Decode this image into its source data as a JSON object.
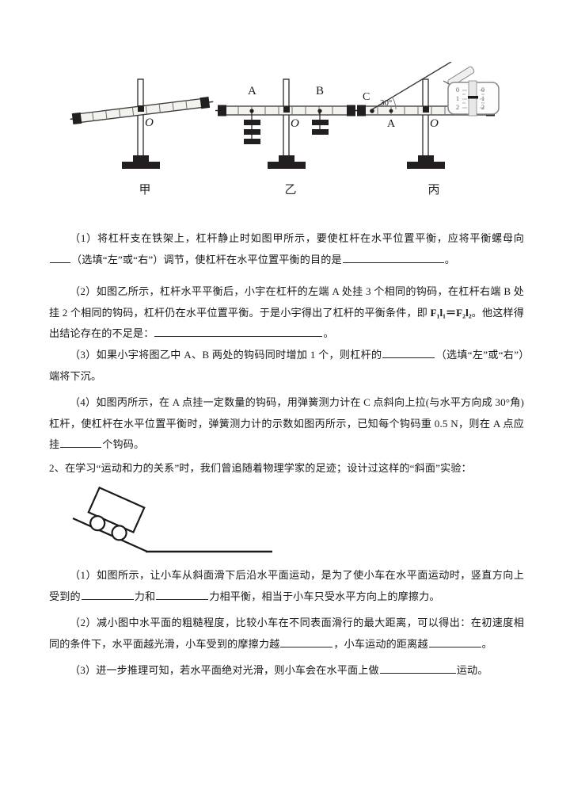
{
  "document": {
    "type": "physics-worksheet",
    "language": "zh-CN"
  },
  "figure_row": {
    "figures": [
      {
        "id": "jia",
        "caption": "甲",
        "description": "倾斜的杠杆支在铁架台上",
        "pivot_label": "O",
        "point_labels": [],
        "weights": []
      },
      {
        "id": "yi",
        "caption": "乙",
        "description": "水平平衡的杠杆，A处挂3个钩码，B处挂2个钩码",
        "pivot_label": "O",
        "point_labels": [
          "A",
          "B"
        ],
        "weights": [
          {
            "point": "A",
            "count": 3
          },
          {
            "point": "B",
            "count": 2
          }
        ]
      },
      {
        "id": "bing",
        "caption": "丙",
        "description": "弹簧测力计在C点斜向上拉杠杆，与水平方向成30°角",
        "pivot_label": "O",
        "point_labels": [
          "C",
          "A"
        ],
        "angle_label": "30°",
        "instrument": "弹簧测力计",
        "scale_marks": [
          "0",
          "1",
          "2"
        ]
      }
    ]
  },
  "ramp_figure": {
    "id": "xiemian",
    "description": "小车从斜面滑下后沿水平面运动"
  },
  "question1": {
    "parts": [
      {
        "number": "（1）",
        "segments": [
          {
            "type": "text",
            "value": "将杠杆支在铁架上，杠杆静止时如图甲所示，要使杠杆在水平位置平衡，应将平衡螺母向"
          },
          {
            "type": "blank",
            "size": "b-xs"
          },
          {
            "type": "text",
            "value": "（选填“左”或“右”）调节，使杠杆在水平位置平衡的目的是"
          },
          {
            "type": "blank",
            "size": "b-xl"
          },
          {
            "type": "text",
            "value": "。"
          }
        ]
      },
      {
        "number": "（2）",
        "segments": [
          {
            "type": "text",
            "value": "如图乙所示，杠杆水平平衡后，小宇在杠杆的左端 A 处挂 3 个相同的钩码，在杠杆右端 B 处挂 2 个相同的钩码，杠杆仍在水平位置平衡。于是小宇得出了杠杆的平衡条件，即 "
          },
          {
            "type": "formula",
            "value": "F₁l₁＝F₂l₂"
          },
          {
            "type": "text",
            "value": "。他这样得出结论存在的不足是："
          },
          {
            "type": "blank",
            "size": "b-xxl"
          },
          {
            "type": "text",
            "value": "。"
          }
        ]
      },
      {
        "number": "（3）",
        "segments": [
          {
            "type": "text",
            "value": "如果小宇将图乙中 A、B 两处的钩码同时增加 1 个，则杠杆的"
          },
          {
            "type": "blank",
            "size": "b-md"
          },
          {
            "type": "text",
            "value": "（选填“左”或“右”）端将下沉。"
          }
        ]
      },
      {
        "number": "（4）",
        "segments": [
          {
            "type": "text",
            "value": "如图丙所示，在 A 点挂一定数量的钩码，用弹簧测力计在 C 点斜向上拉(与水平方向成 30°角)杠杆，使杠杆在水平位置平衡时，弹簧测力计的示数如图丙所示，已知每个钩码重 0.5 N，则在 A 点应挂"
          },
          {
            "type": "blank",
            "size": "b-sm"
          },
          {
            "type": "text",
            "value": "个钩码。"
          }
        ]
      }
    ]
  },
  "question2": {
    "stem": "2、在学习“运动和力的关系”时，我们曾追随着物理学家的足迹；设计过这样的“斜面”实验：",
    "parts": [
      {
        "number": "（1）",
        "segments": [
          {
            "type": "text",
            "value": "如图所示，让小车从斜面滑下后沿水平面运动，是为了使小车在水平面运动时，竖直方向上受到的"
          },
          {
            "type": "blank",
            "size": "b-md"
          },
          {
            "type": "text",
            "value": "力和"
          },
          {
            "type": "blank",
            "size": "b-md"
          },
          {
            "type": "text",
            "value": "力相平衡，相当于小车只受水平方向上的摩擦力。"
          }
        ]
      },
      {
        "number": "（2）",
        "segments": [
          {
            "type": "text",
            "value": "减小图中水平面的粗糙程度，比较小车在不同表面滑行的最大距离，可以得出：在初速度相同的条件下，水平面越光滑，小车受到的摩擦力越"
          },
          {
            "type": "blank",
            "size": "b-md"
          },
          {
            "type": "text",
            "value": "，小车运动的距离越"
          },
          {
            "type": "blank",
            "size": "b-md"
          },
          {
            "type": "text",
            "value": "。"
          }
        ]
      },
      {
        "number": "（3）",
        "segments": [
          {
            "type": "text",
            "value": "进一步推理可知，若水平面绝对光滑，则小车会在水平面上做"
          },
          {
            "type": "blank",
            "size": "b-lg"
          },
          {
            "type": "text",
            "value": "运动。"
          }
        ]
      }
    ]
  },
  "colors": {
    "ink": "#181818",
    "stand": "#231f20",
    "beam_fill": "#f4f2ee",
    "rule_line": "#222222"
  }
}
